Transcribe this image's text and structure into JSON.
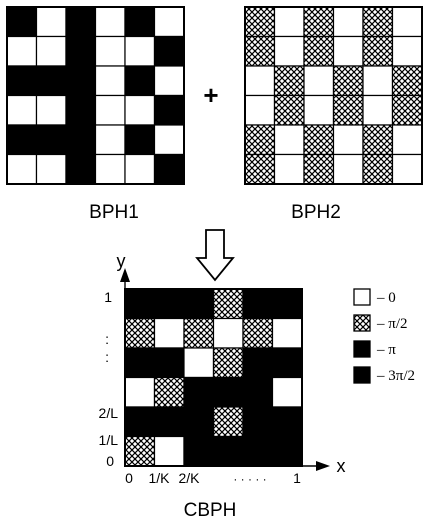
{
  "grids": {
    "bph1": {
      "caption": "BPH1",
      "rows": [
        "pnpnpn",
        "nnpnnp",
        "pppnpn",
        "nnpnnp",
        "pppnpn",
        "nnpnnp"
      ]
    },
    "bph2": {
      "caption": "BPH2",
      "rows": [
        "hwhwhw",
        "hwhwhw",
        "whwhwh",
        "whwhwh",
        "hwhwhw",
        "hwhwhw"
      ]
    },
    "cbph": {
      "caption": "CBPH",
      "rows": [
        "ppphpp",
        "hwhwhw",
        "ppwhpp",
        "whpppw",
        "ppphpp",
        "hwpppp"
      ]
    }
  },
  "symbols": {
    "plus": "+"
  },
  "axes": {
    "x_label": "x",
    "y_label": "y",
    "y_ticks": [
      "1",
      ":",
      "2/L",
      "1/L",
      "0"
    ],
    "x_ticks": [
      "0",
      "1/K",
      "2/K",
      "· · · · ·",
      "1"
    ]
  },
  "legend": [
    {
      "fill": "white",
      "text": "– 0"
    },
    {
      "fill": "hatch",
      "text": "– π/2"
    },
    {
      "fill": "black",
      "text": "– π"
    },
    {
      "fill": "black",
      "text": "– 3π/2"
    }
  ],
  "colors": {
    "ink": "#000000",
    "paper": "#ffffff"
  }
}
